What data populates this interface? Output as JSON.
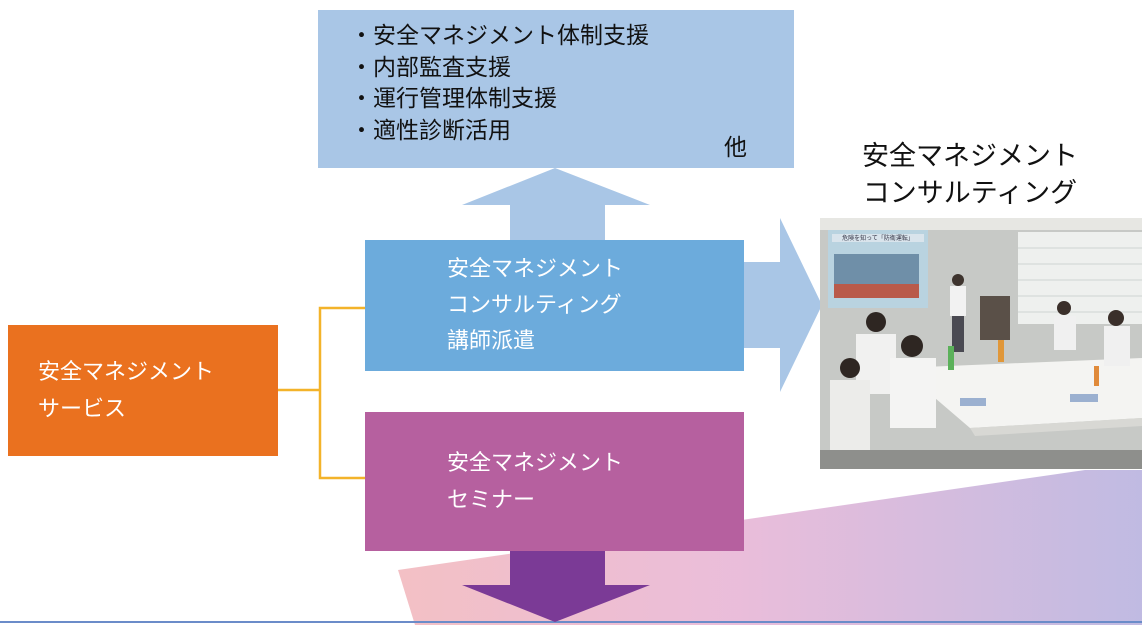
{
  "top_box": {
    "items": [
      "・安全マネジメント体制支援",
      "・内部監査支援",
      "・運行管理体制支援",
      "・適性診断活用"
    ],
    "other": "他"
  },
  "service_box": {
    "lines": [
      "安全マネジメント",
      "サービス"
    ]
  },
  "consulting_box": {
    "lines": [
      "安全マネジメント",
      "コンサルティング",
      "講師派遣"
    ]
  },
  "seminar_box": {
    "lines": [
      "安全マネジメント",
      "セミナー"
    ]
  },
  "photo_caption": {
    "lines": [
      "安全マネジメント",
      "コンサルティング"
    ]
  },
  "photo": {
    "screen_text": "危険を知って「防衛運転」"
  },
  "colors": {
    "service": "#ea711f",
    "consulting": "#6cabdc",
    "seminar": "#b6609f",
    "top_box": "#a9c6e6",
    "connector": "#f3b32a",
    "down_arrow": "#7b3a96"
  }
}
